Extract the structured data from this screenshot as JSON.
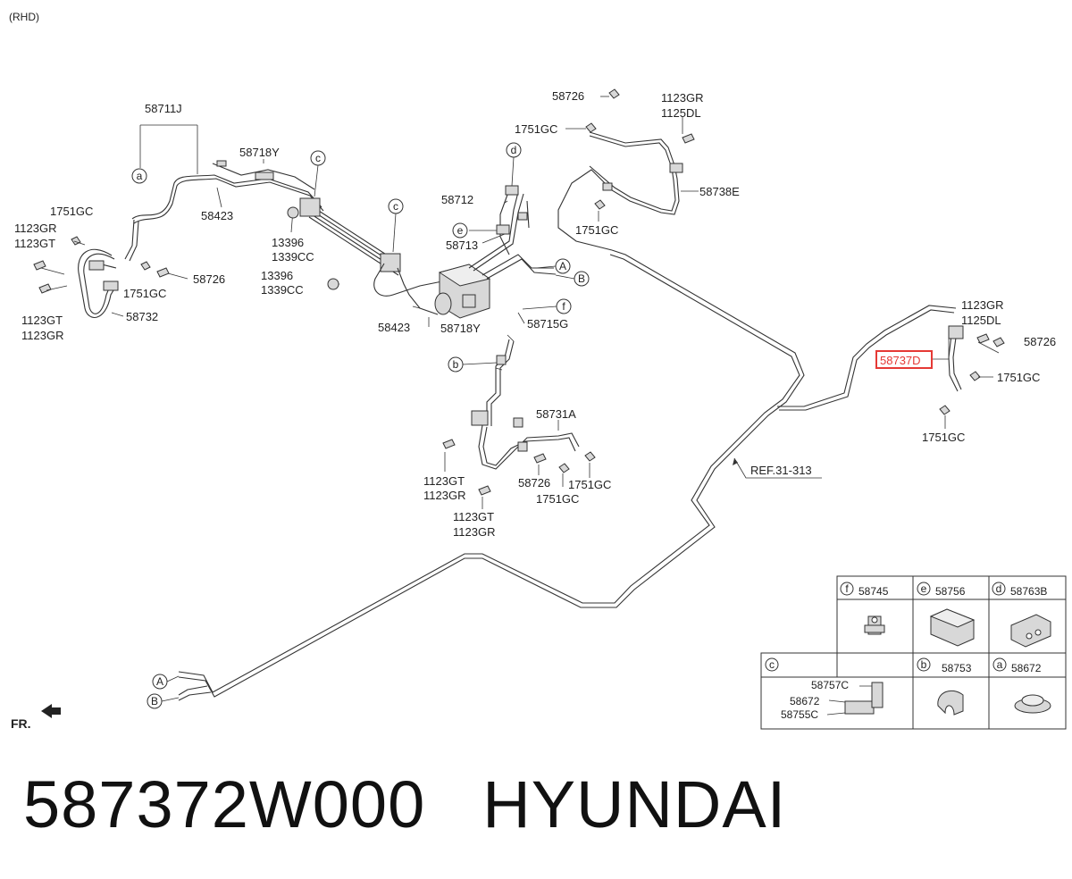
{
  "header": {
    "variant": "(RHD)"
  },
  "footer": {
    "part_number": "587372W000",
    "brand": "HYUNDAI"
  },
  "highlight": {
    "part": "58737D",
    "color": "#e53935"
  },
  "labels": {
    "p58711J": "58711J",
    "p58718Y_a": "58718Y",
    "p58423_a": "58423",
    "p1751GC_l": "1751GC",
    "p1123GR_l": "1123GR",
    "p1123GT_l": "1123GT",
    "p1751GC_l2": "1751GC",
    "p58726_l": "58726",
    "p1123GT_l2": "1123GT",
    "p1123GR_l2": "1123GR",
    "p58732": "58732",
    "p13396_a": "13396",
    "p1339CC_a": "1339CC",
    "p13396_b": "13396",
    "p1339CC_b": "1339CC",
    "p58423_b": "58423",
    "p58718Y_b": "58718Y",
    "p58712": "58712",
    "p58713": "58713",
    "p58715G": "58715G",
    "p58726_t": "58726",
    "p1751GC_t": "1751GC",
    "p1751GC_t2": "1751GC",
    "p1123GR_t": "1123GR",
    "p1125DL_t": "1125DL",
    "p58738E": "58738E",
    "p1123GR_r": "1123GR",
    "p1125DL_r": "1125DL",
    "p58726_r": "58726",
    "p1751GC_r": "1751GC",
    "p1751GC_r2": "1751GC",
    "ref": "REF.31-313",
    "p58731A": "58731A",
    "p1123GT_c": "1123GT",
    "p1123GR_c": "1123GR",
    "p58726_c": "58726",
    "p1751GC_c": "1751GC",
    "p1751GC_c2": "1751GC",
    "p1123GT_c2": "1123GT",
    "p1123GR_c2": "1123GR",
    "fr": "FR."
  },
  "callouts": {
    "a": "a",
    "b": "b",
    "c1": "c",
    "c2": "c",
    "d": "d",
    "e": "e",
    "f": "f",
    "A1": "A",
    "B1": "B",
    "A2": "A",
    "B2": "B"
  },
  "legend": {
    "f": {
      "key": "f",
      "part": "58745"
    },
    "e": {
      "key": "e",
      "part": "58756"
    },
    "d": {
      "key": "d",
      "part": "58763B"
    },
    "c": {
      "key": "c",
      "parts": [
        "58757C",
        "58672",
        "58755C"
      ]
    },
    "b": {
      "key": "b",
      "part": "58753"
    },
    "a": {
      "key": "a",
      "part": "58672"
    }
  }
}
